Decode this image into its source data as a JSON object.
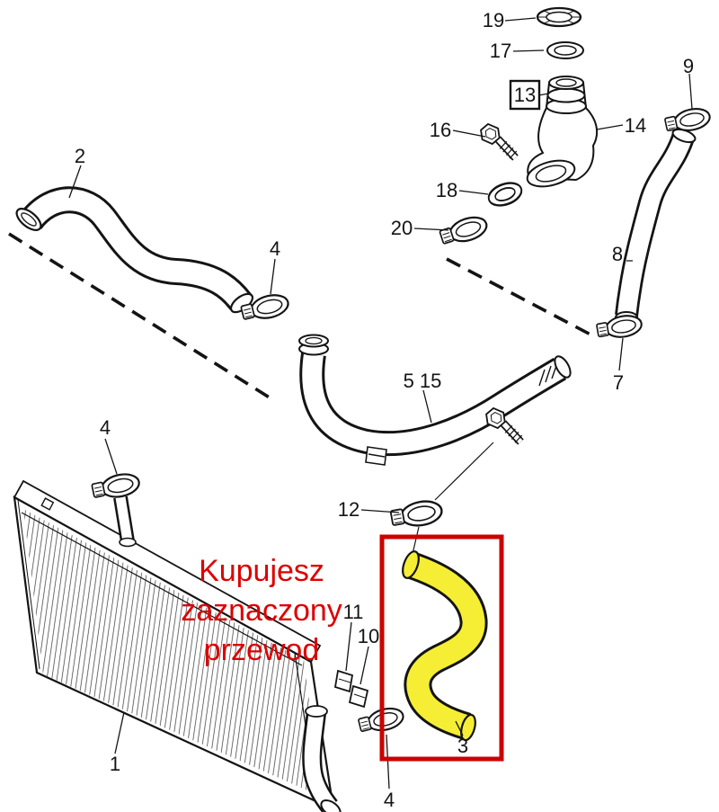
{
  "title": "Volvo charge-air hose parts diagram",
  "labels": {
    "n1": "1",
    "n2": "2",
    "n3": "3",
    "n4": "4",
    "n5_15": "5 15",
    "n7": "7",
    "n8": "8",
    "n9": "9",
    "n10": "10",
    "n11": "11",
    "n12": "12",
    "n13": "13",
    "n14": "14",
    "n16": "16",
    "n17": "17",
    "n18": "18",
    "n19": "19",
    "n20": "20"
  },
  "note": {
    "line1": "Kupujesz",
    "line2": "zaznaczony",
    "line3": "przewod"
  },
  "colors": {
    "note_red": "#dd0000",
    "box_red": "#cc0000",
    "hose_yellow": "#f5ee35",
    "ink": "#141414"
  }
}
